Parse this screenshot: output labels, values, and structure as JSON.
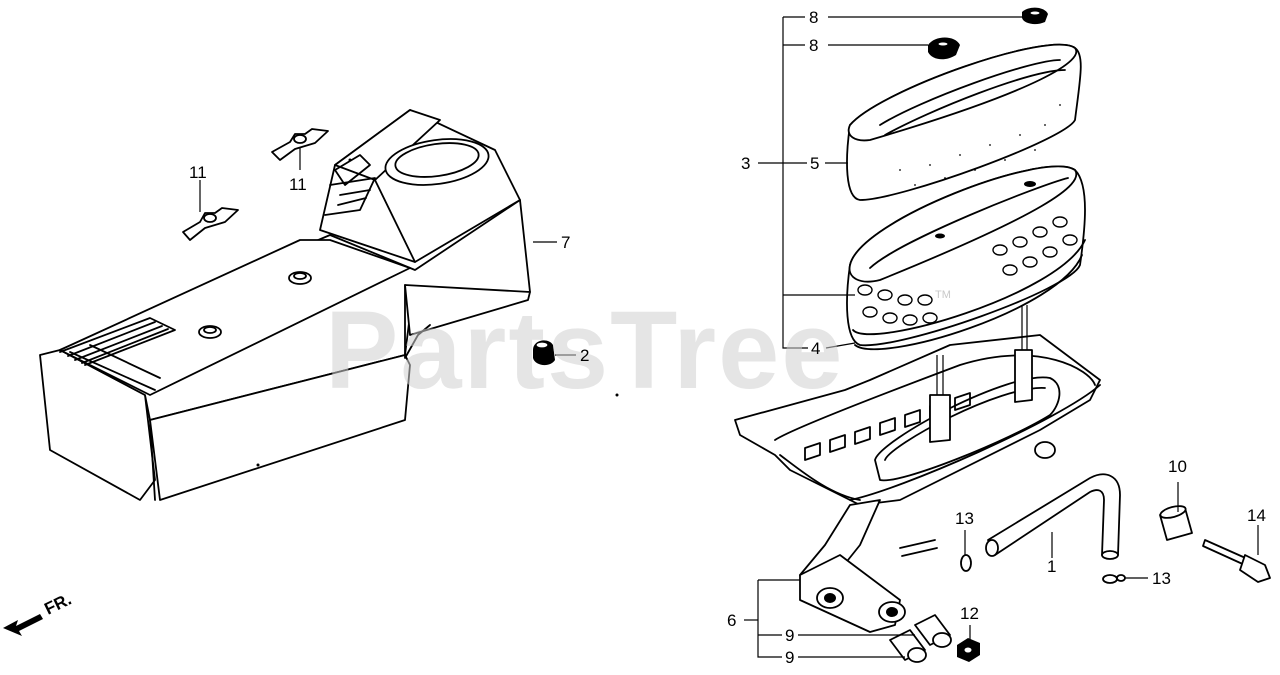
{
  "watermark": {
    "text": "PartsTree",
    "trademark": "TM"
  },
  "direction": {
    "label": "FR."
  },
  "callouts": {
    "c1": "1",
    "c2": "2",
    "c3": "3",
    "c4": "4",
    "c5": "5",
    "c6": "6",
    "c7": "7",
    "c8a": "8",
    "c8b": "8",
    "c9a": "9",
    "c9b": "9",
    "c10": "10",
    "c11a": "11",
    "c11b": "11",
    "c12": "12",
    "c13a": "13",
    "c13b": "13",
    "c14": "14"
  }
}
